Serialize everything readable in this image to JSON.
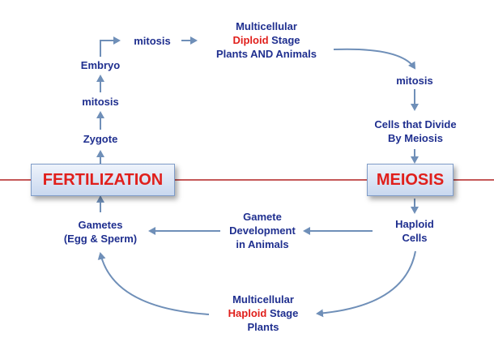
{
  "nodes": {
    "multicellular_diploid": {
      "line1": "Multicellular",
      "line2_highlight": "Diploid",
      "line2_rest": " Stage",
      "line3": "Plants AND Animals"
    },
    "mitosis_top": "mitosis",
    "embryo": "Embryo",
    "mitosis_left": "mitosis",
    "zygote": "Zygote",
    "mitosis_right": "mitosis",
    "cells_divide": {
      "line1": "Cells that Divide",
      "line2": "By Meiosis"
    },
    "fertilization": "FERTILIZATION",
    "meiosis": "MEIOSIS",
    "haploid_cells": {
      "line1": "Haploid",
      "line2": "Cells"
    },
    "gamete_development": {
      "line1": "Gamete",
      "line2": "Development",
      "line3": "in Animals"
    },
    "gametes": {
      "line1": "Gametes",
      "line2": "(Egg & Sperm)"
    },
    "multicellular_haploid": {
      "line1": "Multicellular",
      "line2_highlight": "Haploid",
      "line2_rest": " Stage",
      "line3": "Plants"
    }
  },
  "colors": {
    "text": "#1f2f8f",
    "highlight": "#e0201c",
    "arrow": "#6f8fb8",
    "divider": "#b22222"
  }
}
